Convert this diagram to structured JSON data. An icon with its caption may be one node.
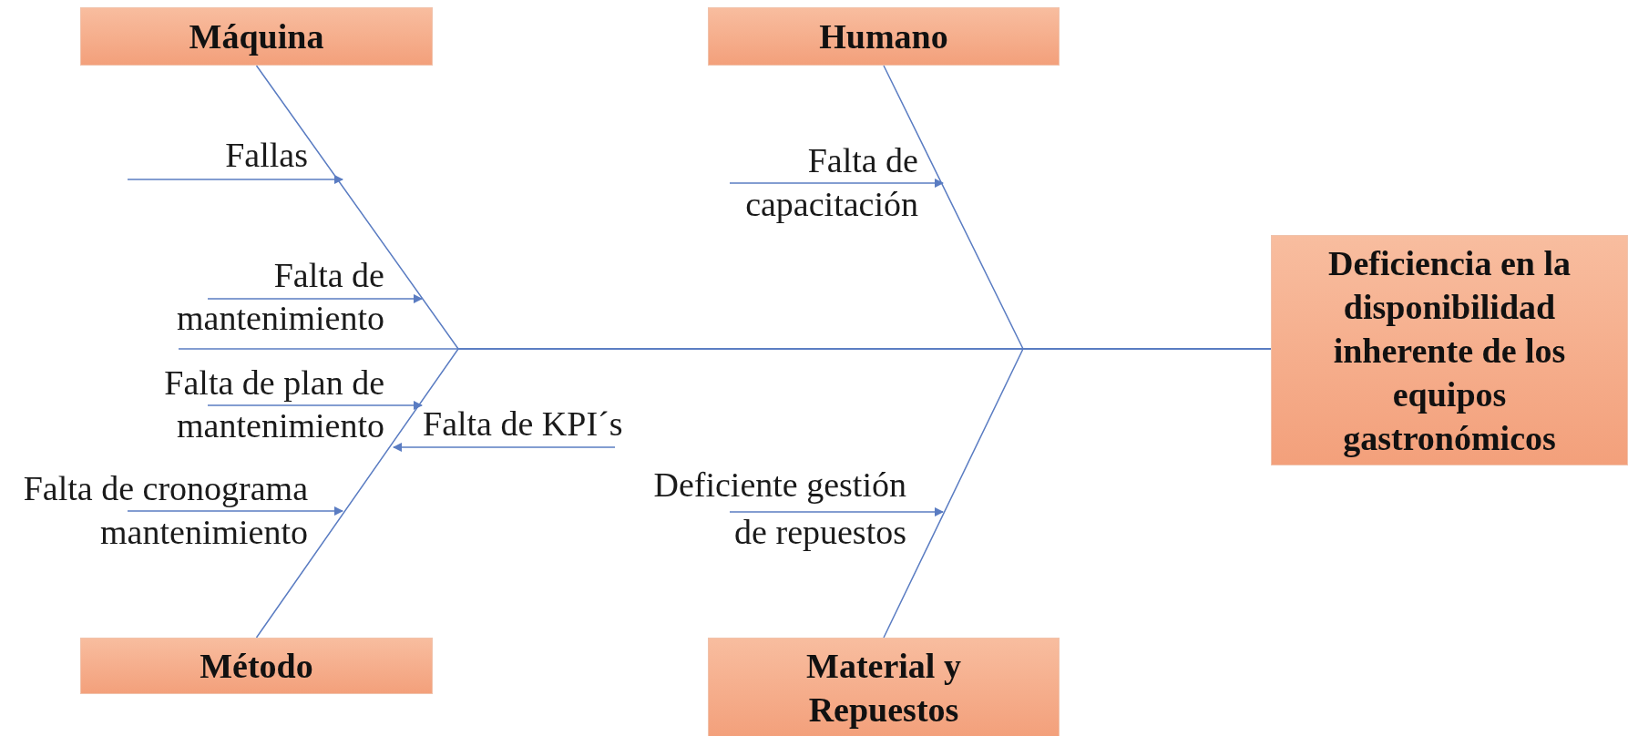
{
  "diagram": {
    "nodes": [
      {
        "text": [
          "Máquina"
        ]
      },
      {
        "text": [
          "Humano"
        ]
      },
      {
        "text": [
          "Deficiencia en la disponibilidad inherente de los equipos gastronómicos"
        ]
      },
      {
        "text": [
          "Método"
        ]
      },
      {
        "text": [
          "Material y Repuestos"
        ]
      }
    ],
    "edges": [
      {
        "from": 0,
        "to": 2,
        "arrow": "none"
      },
      {
        "from": 3,
        "to": 2,
        "arrow": "none"
      },
      {
        "from": 1,
        "to": 2,
        "arrow": "none"
      },
      {
        "from": 4,
        "to": 2,
        "arrow": "none"
      },
      {
        "from": null,
        "to": 2,
        "arrow": "none"
      }
    ],
    "labels": [
      "Fallas",
      "Falta de capacitación",
      "Falta de mantenimiento",
      "Falta de plan de mantenimiento",
      "Falta de KPI´s",
      "Falta de cronograma mantenimiento",
      "Deficiente gestión de repuestos"
    ]
  }
}
